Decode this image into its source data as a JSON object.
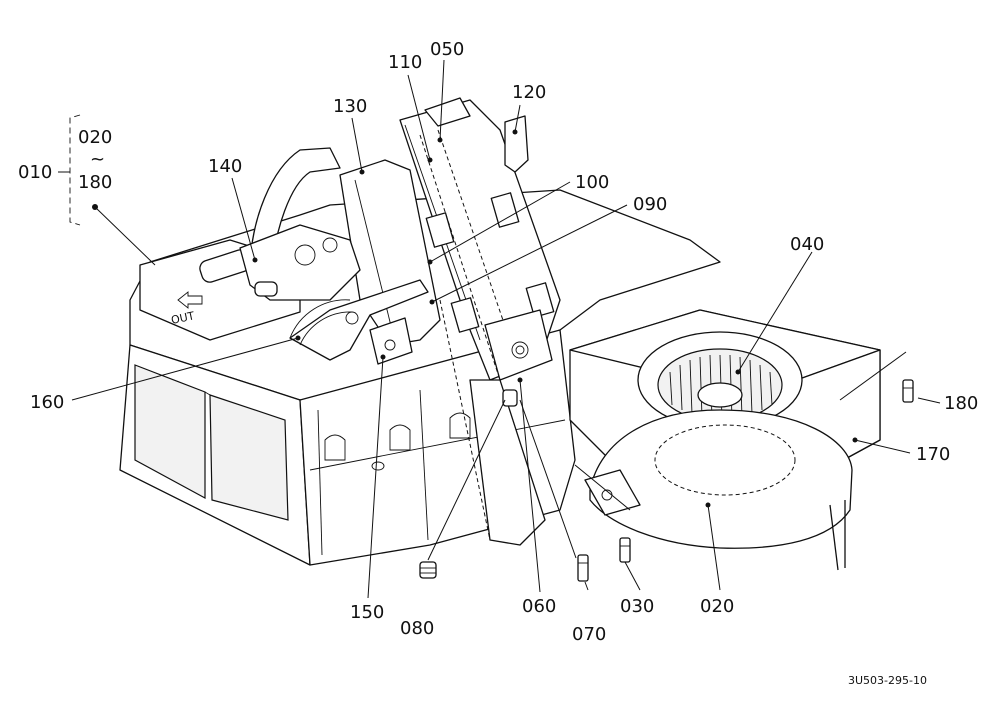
{
  "diagram": {
    "callouts": {
      "c010": "010",
      "c020_range": "020",
      "c_tilde": "~",
      "c180_range": "180",
      "c110": "110",
      "c050": "050",
      "c120": "120",
      "c130": "130",
      "c140": "140",
      "c100": "100",
      "c090": "090",
      "c040": "040",
      "c160": "160",
      "c180": "180",
      "c170": "170",
      "c150": "150",
      "c080": "080",
      "c060": "060",
      "c070": "070",
      "c030": "030",
      "c020": "020"
    },
    "drawing_code": "3U503-295-10",
    "label_out": "OUT"
  }
}
